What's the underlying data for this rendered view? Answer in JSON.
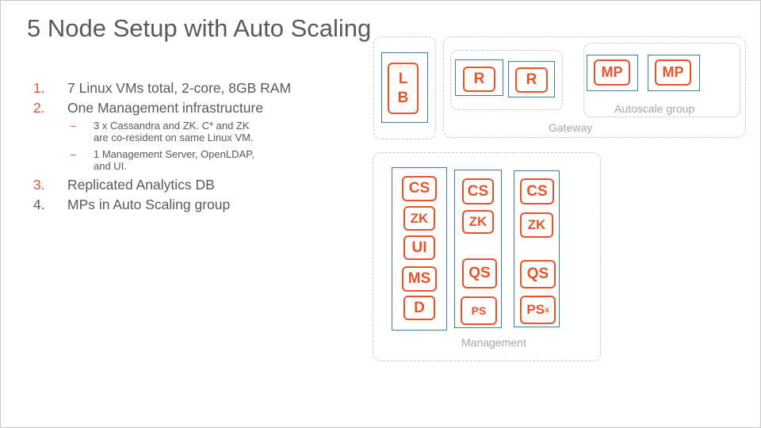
{
  "title": "5 Node Setup with Auto Scaling",
  "bullets": {
    "b1": {
      "num": "1.",
      "text": "7 Linux VMs total, 2-core, 8GB RAM"
    },
    "b2": {
      "num": "2.",
      "text": "One Management infrastructure"
    },
    "b2_subs": [
      {
        "dash": "–",
        "text": "3 x Cassandra and ZK. C* and ZK are co-resident on same Linux VM."
      },
      {
        "dash": "–",
        "text": "1 Management Server, OpenLDAP, and UI."
      }
    ],
    "b3": {
      "num": "3.",
      "text": "Replicated Analytics DB"
    },
    "b4": {
      "num": "4.",
      "text": "MPs in Auto Scaling group"
    }
  },
  "diagram": {
    "lb": {
      "l1": "L",
      "l2": "B"
    },
    "routers": [
      "R",
      "R"
    ],
    "mps": [
      "MP",
      "MP"
    ],
    "autoscale_label": "Autoscale group",
    "gateway_label": "Gateway",
    "management_label": "Management",
    "node1": [
      "CS",
      "ZK",
      "UI",
      "MS",
      "D"
    ],
    "node2": [
      "CS",
      "ZK",
      "QS",
      "PS"
    ],
    "node3": [
      "CS",
      "ZK",
      "QS"
    ],
    "ps_s": {
      "main": "PS",
      "sub": "s"
    }
  },
  "colors": {
    "accent": "#e8542a",
    "vm_border": "#3b7fa6",
    "text": "#595959",
    "label": "#a6a6a6"
  }
}
